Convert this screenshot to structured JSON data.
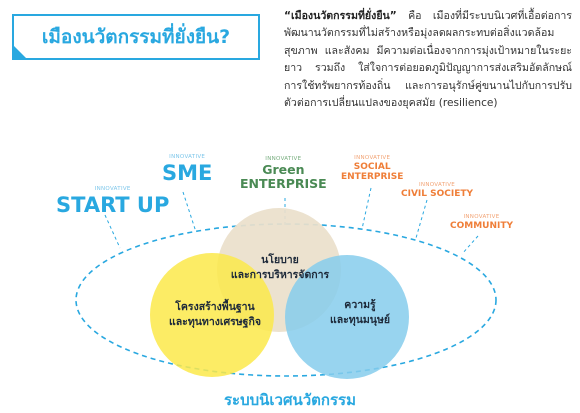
{
  "header": {
    "title": "เมืองนวัตกรรมที่ยั่งยืน?"
  },
  "description": {
    "lead": "“เมืองนวัตกรรมที่ยั่งยืน”",
    "body": " คือ เมืองที่มีระบบนิเวศที่เอื้อต่อการพัฒนานวัตกรรมที่ไม่สร้างหรือมุ่งลดผลกระทบต่อสิ่งแวดล้อม สุขภาพ และสังคม มีความต่อเนื่องจากการมุ่งเป้าหมายในระยะยาว รวมถึง ใส่ใจการต่อยอดภูมิปัญญาการส่งเสริมอัตลักษณ์ การใช้ทรัพยากรท้องถิ่น และการอนุรักษ์คู่ขนานไปกับการปรับตัวต่อการเปลี่ยนแปลงของยุคสมัย (resilience)"
  },
  "categories": [
    {
      "small": "INNOVATIVE",
      "label": "START UP"
    },
    {
      "small": "INNOVATIVE",
      "label": "SME"
    },
    {
      "small": "INNOVATIVE",
      "label_line1": "Green",
      "label_line2": "ENTERPRISE"
    },
    {
      "small": "INNOVATIVE",
      "label_line1": "SOCIAL",
      "label_line2": "ENTERPRISE"
    },
    {
      "small": "INNOVATIVE",
      "label": "CIVIL SOCIETY"
    },
    {
      "small": "INNOVATIVE",
      "label": "COMMUNITY"
    }
  ],
  "venn": {
    "top": {
      "line1": "นโยบาย",
      "line2": "และการบริหารจัดการ"
    },
    "left": {
      "line1": "โครงสร้างพื้นฐาน",
      "line2": "และทุนทางเศรษฐกิจ"
    },
    "right": {
      "line1": "ความรู้",
      "line2": "และทุนมนุษย์"
    }
  },
  "footer": {
    "title": "ระบบนิเวศนวัตกรรม"
  },
  "colors": {
    "accent_blue": "#29a8e0",
    "green": "#4a8a54",
    "orange": "#ef7e38",
    "circle_top": "#eadfcb",
    "circle_left": "#fbe94a",
    "circle_right": "#86cdec"
  }
}
